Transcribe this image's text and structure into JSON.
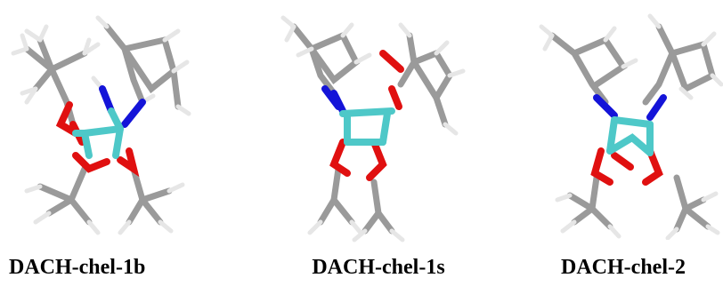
{
  "figure": {
    "captions": [
      "DACH-chel-1b",
      "DACH-chel-1s",
      "DACH-chel-2"
    ]
  },
  "colors": {
    "carbon": "#9a9a9a",
    "hydrogen": "#e6e6e6",
    "oxygen": "#e01010",
    "nitrogen": "#1414d8",
    "metal": "#4ec8c8"
  }
}
